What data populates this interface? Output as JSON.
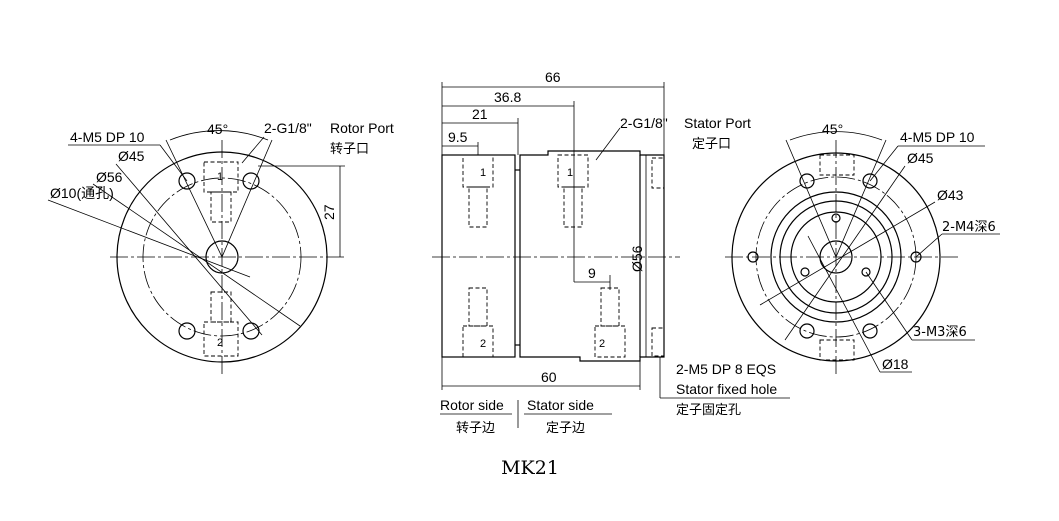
{
  "title": "MK21",
  "left_view": {
    "angle": "45°",
    "holes": "4-M5 DP 10",
    "port": "2-G1/8\"",
    "port_en": "Rotor Port",
    "port_cn": "转子口",
    "d45": "Ø45",
    "d56": "Ø56",
    "d10": "Ø10(通孔)",
    "dim27": "27",
    "port1": "1",
    "port2": "2"
  },
  "side_view": {
    "dim66": "66",
    "dim368": "36.8",
    "dim21": "21",
    "dim95": "9.5",
    "dim9": "9",
    "dim60": "60",
    "d56": "Ø56",
    "port": "2-G1/8\"",
    "port_en": "Stator Port",
    "port_cn": "定子口",
    "fixed": "2-M5 DP 8 EQS",
    "fixed_en": "Stator fixed hole",
    "fixed_cn": "定子固定孔",
    "rotor_side": "Rotor side",
    "rotor_side_cn": "转子边",
    "stator_side": "Stator side",
    "stator_side_cn": "定子边",
    "r1": "1",
    "r2": "2",
    "s1": "1",
    "s2": "2"
  },
  "right_view": {
    "angle": "45°",
    "holes": "4-M5 DP 10",
    "d45": "Ø45",
    "d43": "Ø43",
    "m4": "2-M4深6",
    "m3": "3-M3深6",
    "d18": "Ø18"
  }
}
